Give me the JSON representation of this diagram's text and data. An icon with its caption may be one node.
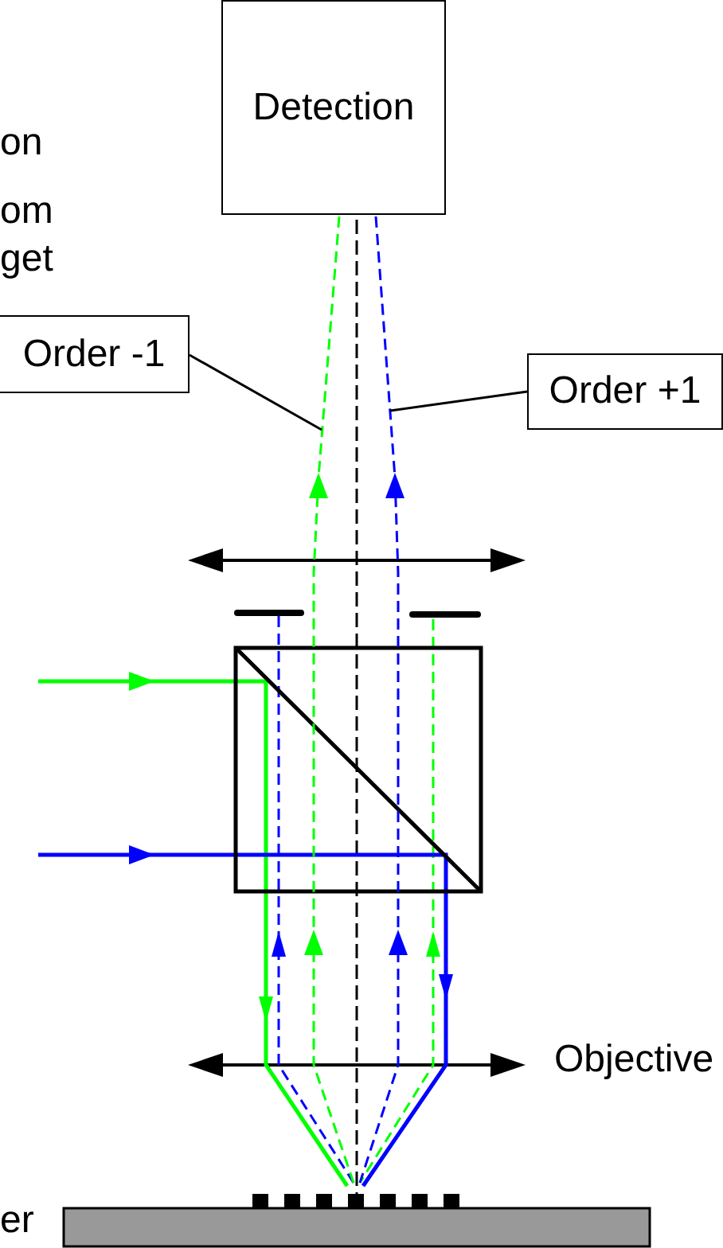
{
  "diagram": {
    "nodes": [
      {
        "text": [
          "Detection"
        ]
      },
      {
        "text": [
          "Order -1"
        ]
      },
      {
        "text": [
          "Order +1"
        ]
      },
      {
        "text": [],
        "shape": "line"
      },
      {
        "text": [],
        "shape": "line"
      }
    ],
    "edges": [
      {
        "from": 1,
        "to": 3,
        "arrow": "none"
      },
      {
        "from": 2,
        "to": 4,
        "arrow": "none"
      }
    ],
    "labels": [
      "on",
      "om get",
      "Objective",
      "er"
    ]
  }
}
